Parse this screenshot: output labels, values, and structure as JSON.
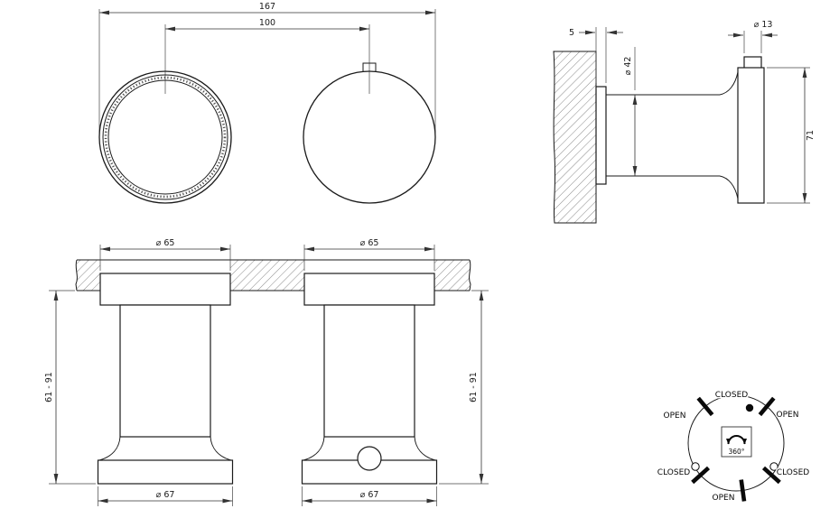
{
  "front_view": {
    "dim_total_width": "167",
    "dim_center_distance": "100"
  },
  "side_view": {
    "dim_flange_thickness": "5",
    "dim_body_diameter": "⌀ 42",
    "dim_top_tab_diameter": "⌀ 13",
    "dim_handle_height": "71"
  },
  "elevation_view": {
    "left_handle": {
      "dim_top_diameter": "⌀ 65",
      "dim_base_diameter": "⌀ 67",
      "dim_height_range": "61 - 91"
    },
    "right_handle": {
      "dim_top_diameter": "⌀ 65",
      "dim_base_diameter": "⌀ 67",
      "dim_height_range": "61 - 91"
    }
  },
  "rotation_diagram": {
    "label_top": "CLOSED",
    "label_upper_left": "OPEN",
    "label_upper_right": "OPEN",
    "label_lower_left": "CLOSED",
    "label_lower_right": "CLOSED",
    "label_bottom": "OPEN",
    "label_rotation": "360°"
  }
}
